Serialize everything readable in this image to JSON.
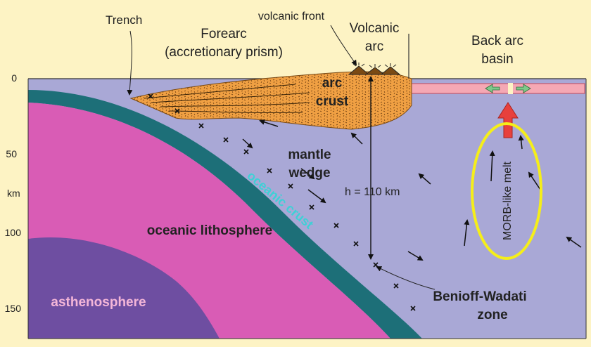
{
  "labels": {
    "trench": "Trench",
    "forearc": "Forearc",
    "forearc_sub": "(accretionary prism)",
    "volcanic_front": "volcanic front",
    "volcanic_arc_1": "Volcanic",
    "volcanic_arc_2": "arc",
    "back_arc_1": "Back arc",
    "back_arc_2": "basin",
    "arc_crust_1": "arc",
    "arc_crust_2": "crust",
    "mantle_wedge_1": "mantle",
    "mantle_wedge_2": "wedge",
    "height": "h = 110 km",
    "oceanic_crust": "oceanic crust",
    "oceanic_lithosphere": "oceanic lithosphere",
    "asthenosphere": "asthenosphere",
    "morb_melt": "MORB-like melt",
    "benioff_1": "Benioff-Wadati",
    "benioff_2": "zone"
  },
  "depth_axis": {
    "ticks": [
      "0",
      "50",
      "100",
      "150"
    ],
    "unit": "km"
  },
  "colors": {
    "background": "#fdf3c4",
    "mantle": "#a9a8d6",
    "lithosphere": "#d95cb5",
    "asthenosphere": "#6e4ea1",
    "oceanic_crust": "#1d6f78",
    "arc_crust": "#f0a043",
    "back_arc_crust": "#f5a8b4",
    "melt_arrow": "#e8403c",
    "highlight_ellipse": "#f5ee1a"
  }
}
